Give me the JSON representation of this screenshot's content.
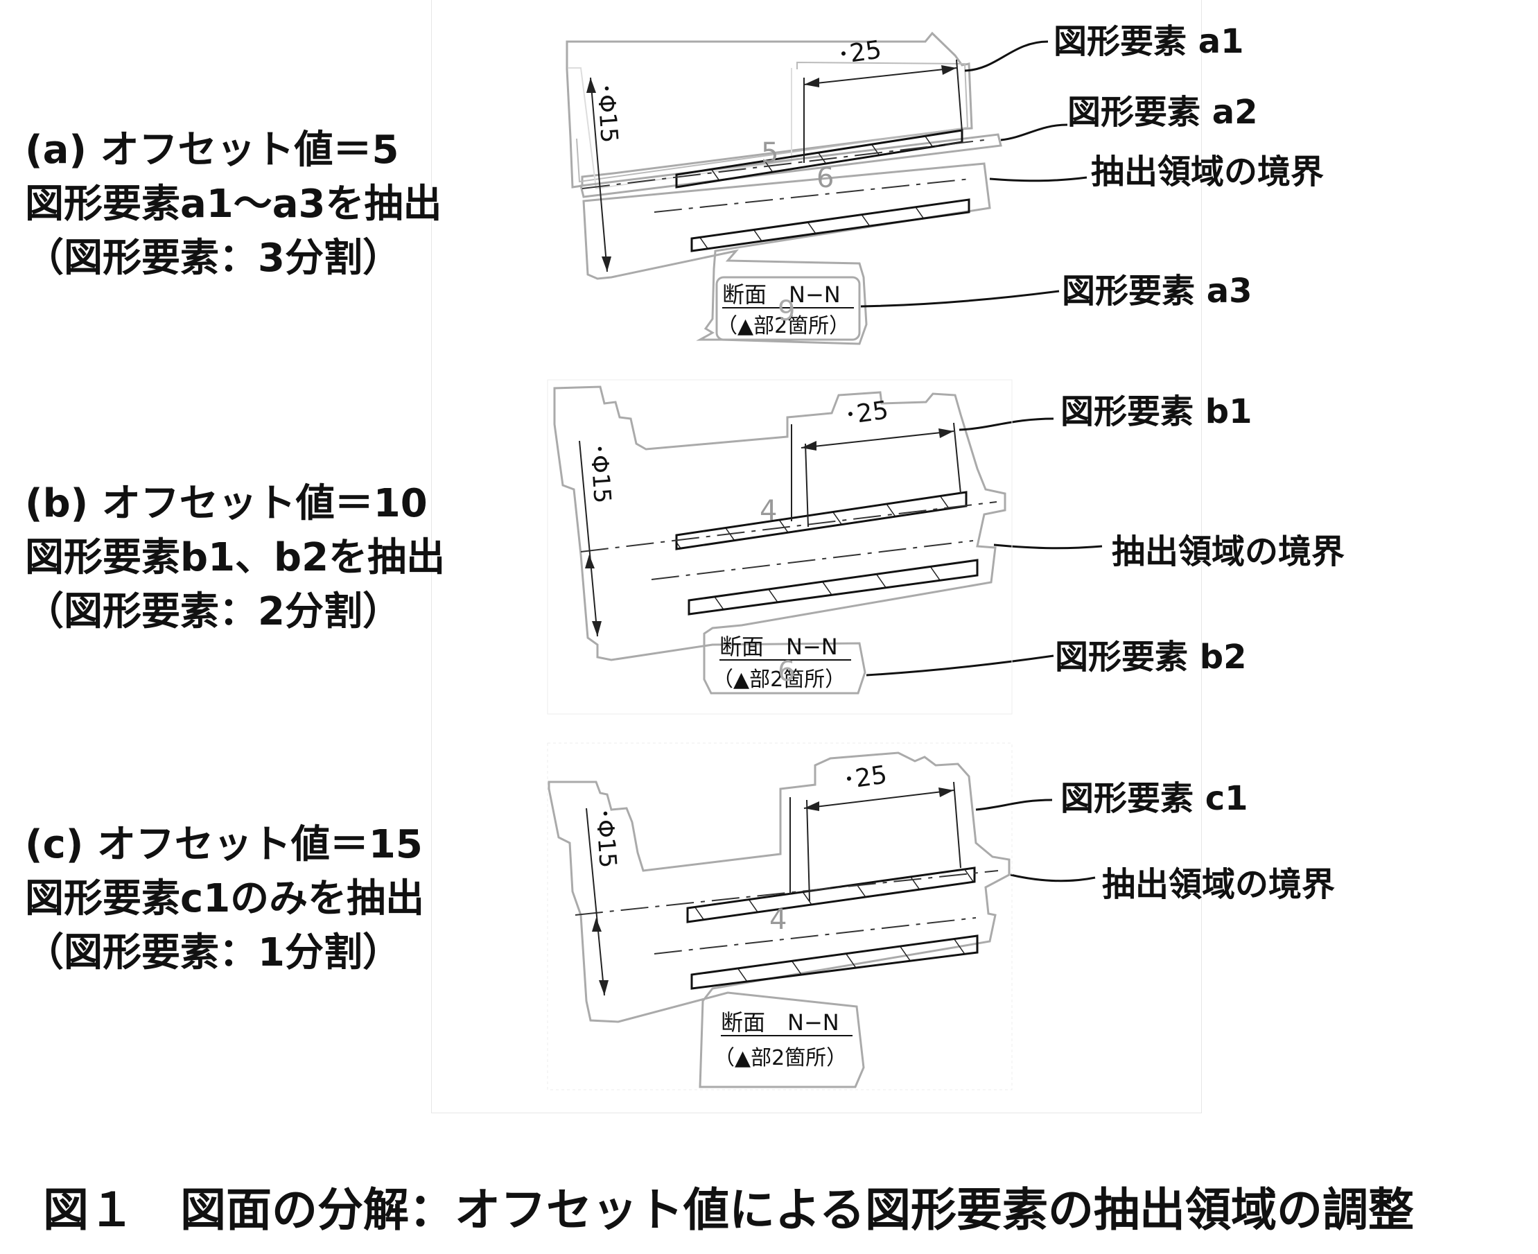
{
  "cases": [
    {
      "lines": [
        "(a) オフセット値＝5",
        "図形要素a1～a3を抽出",
        "（図形要素：3分割）"
      ]
    },
    {
      "lines": [
        "(b) オフセット値＝10",
        "図形要素b1、b2を抽出",
        "（図形要素：2分割）"
      ]
    },
    {
      "lines": [
        "(c) オフセット値＝15",
        "図形要素c1のみを抽出",
        "（図形要素：1分割）"
      ]
    }
  ],
  "labels": {
    "a1": "図形要素 a1",
    "a2": "図形要素 a2",
    "a3": "図形要素 a3",
    "a_boundary": "抽出領域の境界",
    "b1": "図形要素 b1",
    "b2": "図形要素 b2",
    "b_boundary": "抽出領域の境界",
    "c1": "図形要素 c1",
    "c_boundary": "抽出領域の境界"
  },
  "drawing": {
    "dim_25": "･25",
    "dim_phi15": "･Φ15",
    "section_title": "断面　N−N",
    "section_note": "（▲部2箇所）",
    "a_region_nums": [
      "5",
      "6",
      "9"
    ],
    "b_region_nums": [
      "4",
      "6"
    ],
    "c_region_nums": [
      "4"
    ]
  },
  "caption": "図１　図面の分解：オフセット値による図形要素の抽出領域の調整"
}
